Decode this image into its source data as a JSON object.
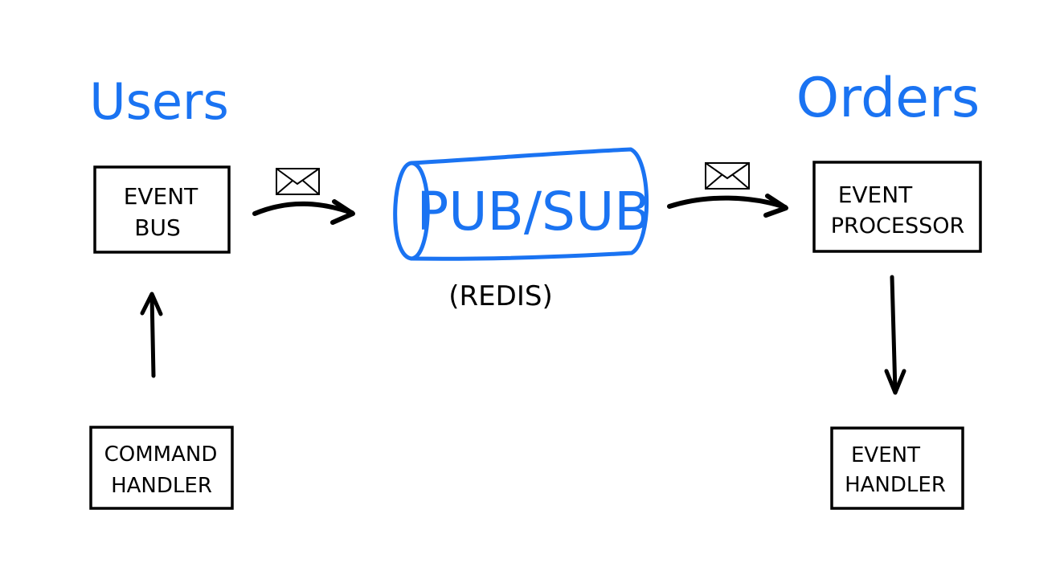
{
  "colors": {
    "ink": "#000000",
    "accent": "#1a73f2",
    "background": "#ffffff"
  },
  "services": {
    "users": "Users",
    "orders": "Orders"
  },
  "boxes": {
    "event_bus": [
      "EVENT",
      "BUS"
    ],
    "command_handler": [
      "COMMAND",
      "HANDLER"
    ],
    "event_processor": [
      "EVENT",
      "PROCESSOR"
    ],
    "event_handler": [
      "EVENT",
      "HANDLER"
    ]
  },
  "broker": {
    "label": "PUB/SUB",
    "technology": "(REDIS)"
  },
  "icons": {
    "message": "envelope-icon"
  }
}
